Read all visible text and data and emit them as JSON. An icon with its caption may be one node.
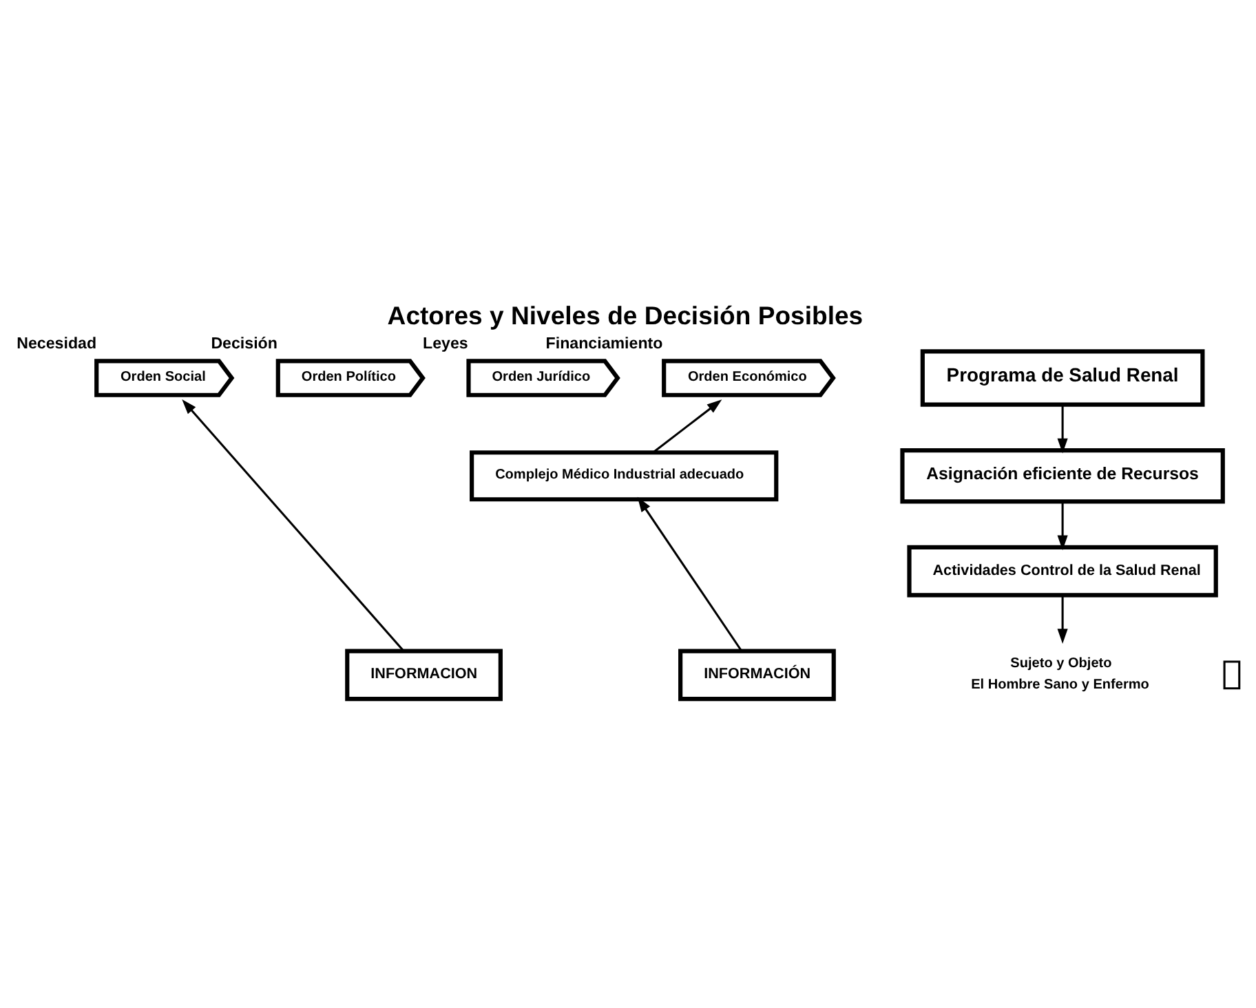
{
  "diagram": {
    "title": "Actores y Niveles de Decisión Posibles",
    "nodes": [
      {
        "text": [
          "Orden Social"
        ],
        "beside": [
          "Necesidad"
        ]
      },
      {
        "text": [
          "Orden Político"
        ],
        "beside": [
          "Decisión"
        ]
      },
      {
        "text": [
          "Orden Jurídico"
        ],
        "beside": [
          "Leyes"
        ]
      },
      {
        "text": [
          "Orden Económico"
        ],
        "beside": [
          "Financiamiento"
        ]
      },
      {
        "text": [
          "INFORMACION"
        ]
      },
      {
        "text": [
          "Programa de Salud Renal"
        ]
      },
      {
        "text": [
          "Asignación eficiente de Recursos"
        ]
      },
      {
        "text": [
          "Complejo Médico Industrial adecuado"
        ]
      },
      {
        "text": [
          "Actividades Control de la Salud Renal"
        ]
      },
      {
        "text": [
          "INFORMACIÓN"
        ]
      },
      {
        "text": [
          "Sujeto y Objeto",
          "El Hombre Sano y Enfermo"
        ]
      },
      {
        "text": [],
        "shape": "box"
      }
    ],
    "edges": [
      {
        "from": 4,
        "to": 0,
        "arrow": "to"
      },
      {
        "from": 5,
        "to": 6,
        "arrow": "to"
      },
      {
        "from": 6,
        "to": 8,
        "arrow": "to"
      },
      {
        "from": 8,
        "to": 10,
        "arrow": "to"
      },
      {
        "from": 9,
        "to": 7,
        "arrow": "to"
      },
      {
        "from": 7,
        "to": 3,
        "arrow": "to"
      }
    ]
  }
}
